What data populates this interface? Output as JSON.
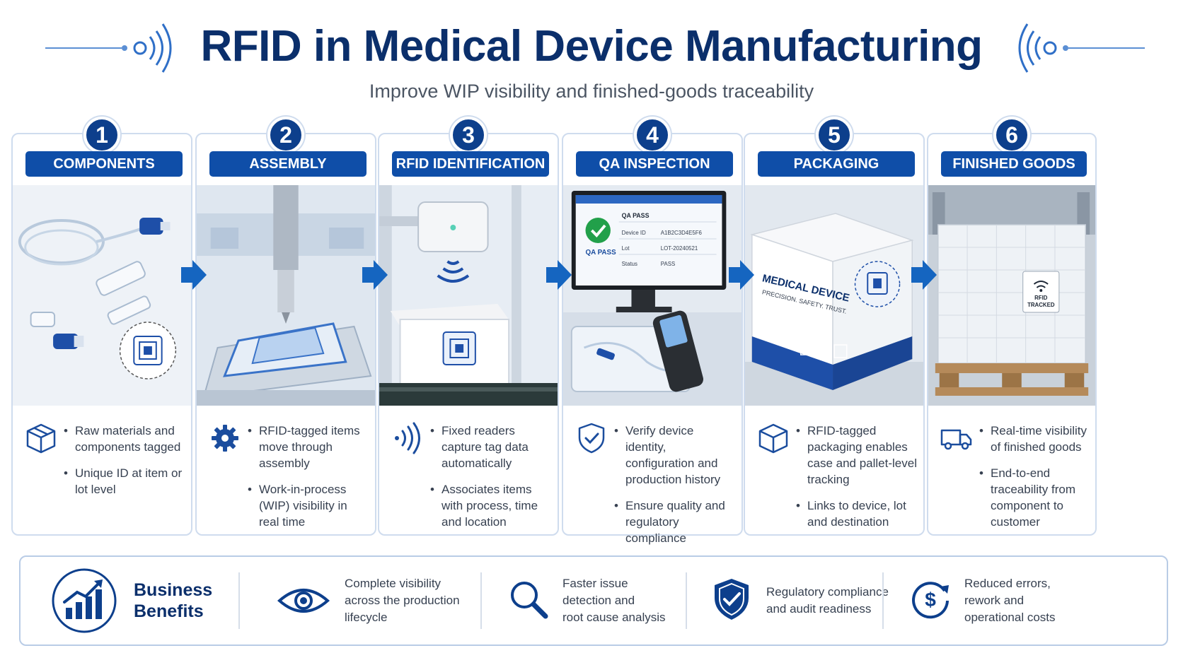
{
  "header": {
    "title": "RFID in Medical Device Manufacturing",
    "subtitle": "Improve WIP visibility and finished-goods traceability"
  },
  "colors": {
    "navy": "#0b2f6b",
    "label_blue": "#0f4ea8",
    "number_blue": "#0d3f8c",
    "arrow_blue": "#1565c0",
    "border": "#cfdcee"
  },
  "steps": [
    {
      "number": "1",
      "label": "COMPONENTS",
      "icon": "package-icon",
      "bullets": [
        "Raw materials and components tagged",
        "Unique ID at item or lot level"
      ]
    },
    {
      "number": "2",
      "label": "ASSEMBLY",
      "icon": "gear-icon",
      "bullets": [
        "RFID-tagged items move through assembly",
        "Work-in-process (WIP) visibility in real time"
      ]
    },
    {
      "number": "3",
      "label": "RFID IDENTIFICATION",
      "icon": "rfid-signal-icon",
      "bullets": [
        "Fixed readers capture tag data automatically",
        "Associates items with process, time and location"
      ]
    },
    {
      "number": "4",
      "label": "QA INSPECTION",
      "icon": "shield-check-icon",
      "bullets": [
        "Verify device identity, configuration and production history",
        "Ensure quality and regulatory compliance"
      ],
      "screen": {
        "status_text": "QA PASS",
        "header": "QA PASS",
        "rows": [
          {
            "key": "Device ID",
            "value": "A1B2C3D4E5F6"
          },
          {
            "key": "Lot",
            "value": "LOT-20240521"
          },
          {
            "key": "Status",
            "value": "PASS"
          }
        ]
      }
    },
    {
      "number": "5",
      "label": "PACKAGING",
      "icon": "box-icon",
      "bullets": [
        "RFID-tagged packaging enables case and pallet-level tracking",
        "Links to device, lot and destination"
      ],
      "box_text": {
        "line1": "MEDICAL DEVICE",
        "line2": "PRECISION. SAFETY. TRUST."
      }
    },
    {
      "number": "6",
      "label": "FINISHED GOODS",
      "icon": "truck-icon",
      "bullets": [
        "Real-time visibility of finished goods",
        "End-to-end traceability from component to customer"
      ],
      "pallet_tag": {
        "line1": "RFID",
        "line2": "TRACKED"
      }
    }
  ],
  "benefits": {
    "title_line1": "Business",
    "title_line2": "Benefits",
    "items": [
      {
        "icon": "eye-icon",
        "lines": [
          "Complete visibility",
          "across the production",
          "lifecycle"
        ]
      },
      {
        "icon": "magnifier-icon",
        "lines": [
          "Faster issue",
          "detection and",
          "root cause analysis"
        ]
      },
      {
        "icon": "shield-check-icon",
        "lines": [
          "Regulatory compliance",
          "and audit readiness"
        ]
      },
      {
        "icon": "dollar-cycle-icon",
        "lines": [
          "Reduced errors,",
          "rework and",
          "operational costs"
        ]
      }
    ]
  }
}
